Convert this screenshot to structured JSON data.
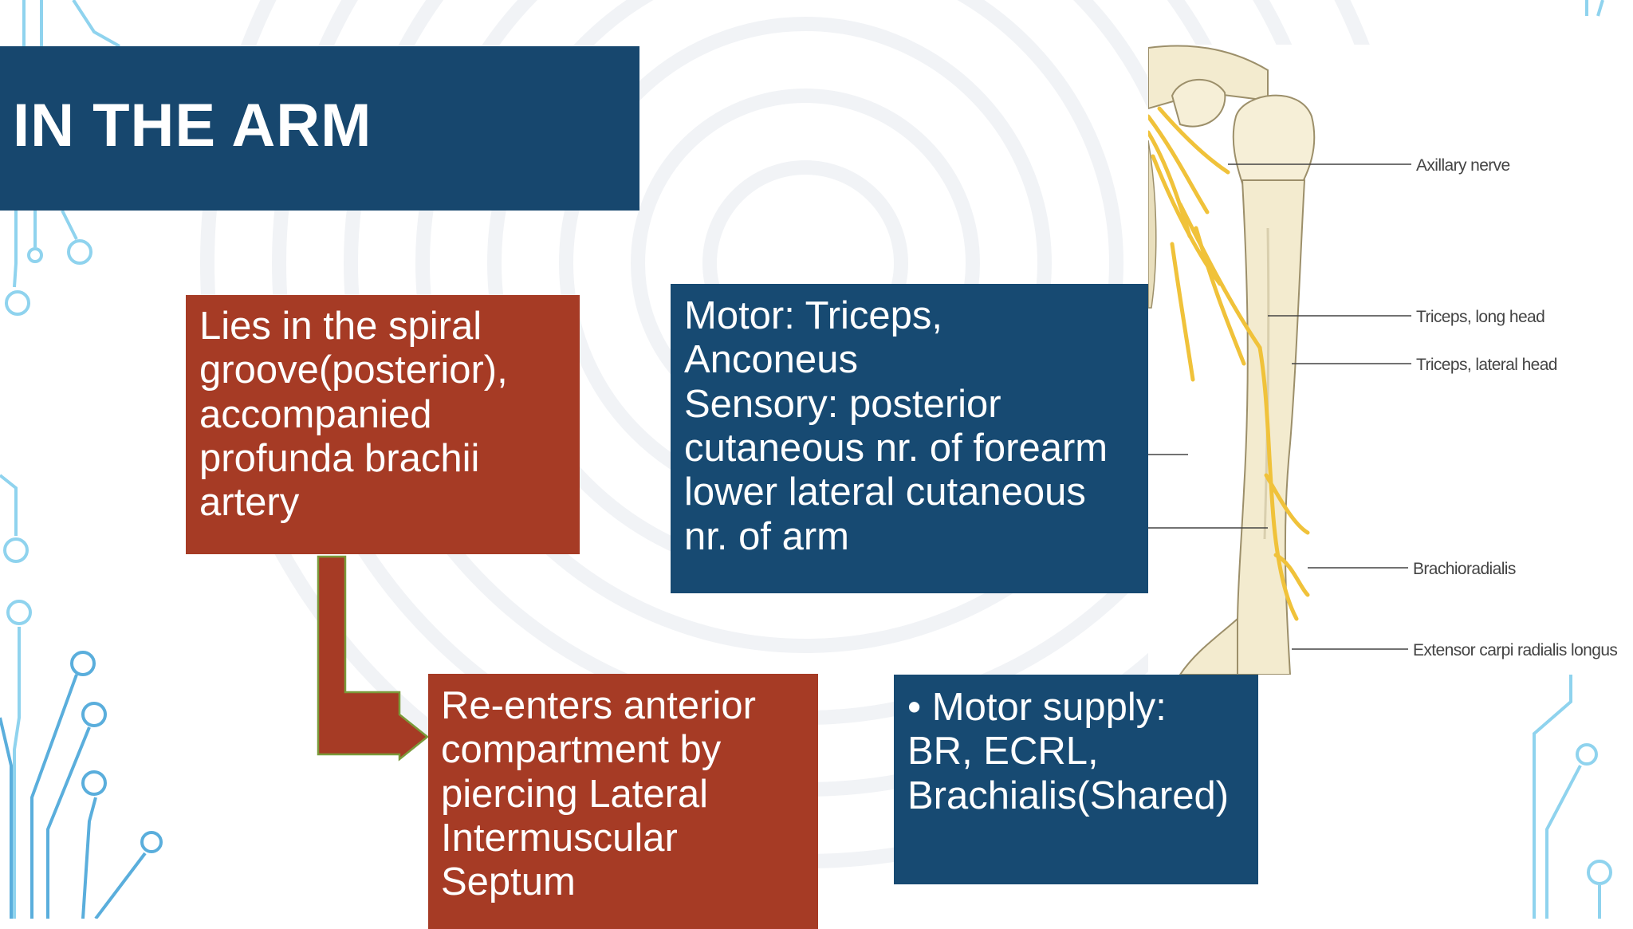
{
  "slide": {
    "title": "IN THE ARM",
    "course_box": {
      "lines": [
        "Lies in the spiral",
        "groove(posterior),",
        "accompanied",
        "profunda brachii",
        "artery"
      ]
    },
    "supply_box": {
      "lines": [
        "Motor: Triceps,",
        "Anconeus",
        "Sensory: posterior",
        "cutaneous nr. of forearm",
        "lower lateral cutaneous",
        "nr. of arm"
      ]
    },
    "reenter_box": {
      "lines": [
        "Re-enters anterior",
        "compartment by",
        "piercing Lateral",
        "Intermuscular",
        "Septum"
      ]
    },
    "motor_box": {
      "bullet": "•",
      "lines": [
        "Motor supply:",
        "BR, ECRL,",
        "Brachialis(Shared)"
      ]
    },
    "figure": {
      "labels": {
        "axillary": "Axillary nerve",
        "triceps_long": "Triceps, long head",
        "triceps_lateral": "Triceps, lateral head",
        "brachioradialis": "Brachioradialis",
        "ecrl": "Extensor carpi radialis longus"
      }
    },
    "colors": {
      "title_blue": "#17476e",
      "box_blue": "#174a72",
      "box_red": "#a63b25",
      "arrow_red": "#a63b25",
      "arrow_outline": "#7a9a3a",
      "circuit": "#8fd3ee",
      "nerve": "#f0c23a",
      "bone": "#f3ebcf"
    }
  }
}
